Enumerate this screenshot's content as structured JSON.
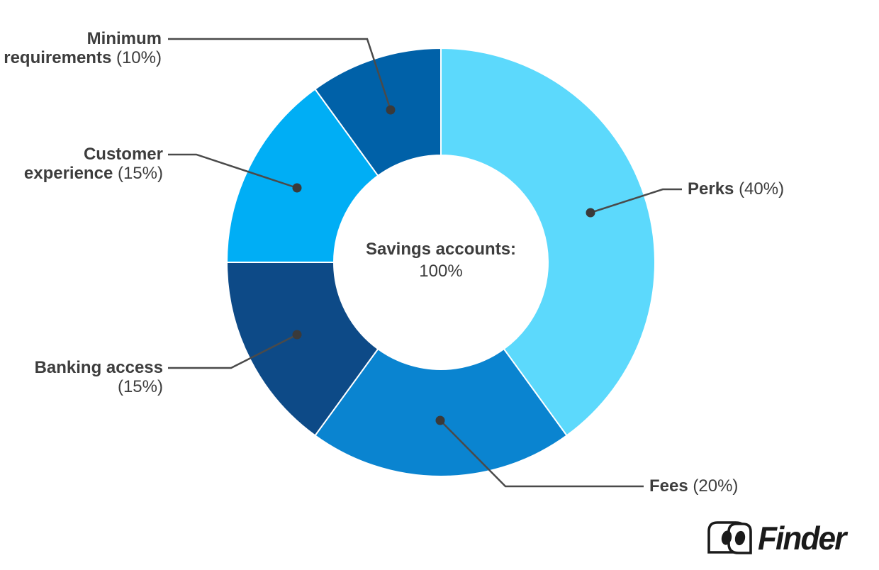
{
  "chart_data": {
    "type": "donut",
    "center_label": {
      "line1": "Savings accounts:",
      "line2": "100%"
    },
    "segments": [
      {
        "label": "Perks",
        "value": 40,
        "value_display": "(40%)",
        "color": "#5CD9FC"
      },
      {
        "label": "Fees",
        "value": 20,
        "value_display": "(20%)",
        "color": "#0A84D0"
      },
      {
        "label": "Banking access",
        "value": 15,
        "value_display": "(15%)",
        "color": "#0D4A87"
      },
      {
        "label": "Customer experience",
        "value": 15,
        "value_display": "(15%)",
        "color": "#00AEF5"
      },
      {
        "label": "Minimum requirements",
        "value": 10,
        "value_display": "(10%)",
        "color": "#0061A8"
      }
    ],
    "total": 100,
    "start_angle_deg": 0,
    "direction": "clockwise",
    "inner_radius_ratio": 0.5,
    "legend_position": "callout-labels"
  },
  "branding": {
    "logo_text": "Finder"
  },
  "colors": {
    "background": "#ffffff",
    "label_text": "#3d3d3d",
    "leader_line": "#4a4a4a",
    "leader_dot": "#3a3a3a",
    "segment_divider": "#ffffff",
    "logo": "#1a1a1a"
  }
}
